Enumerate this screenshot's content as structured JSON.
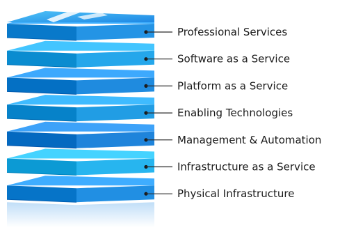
{
  "diagram": {
    "layers": [
      {
        "label": "Professional Services",
        "color": "#1f8fe0"
      },
      {
        "label": "Software as a Service",
        "color": "#20a2e6"
      },
      {
        "label": "Platform as a Service",
        "color": "#1a86da"
      },
      {
        "label": "Enabling Technologies",
        "color": "#1c98df"
      },
      {
        "label": "Management & Automation",
        "color": "#1a7fd6"
      },
      {
        "label": "Infrastructure as a Service",
        "color": "#22b0ea"
      },
      {
        "label": "Physical Infrastructure",
        "color": "#1c8ade"
      }
    ]
  }
}
